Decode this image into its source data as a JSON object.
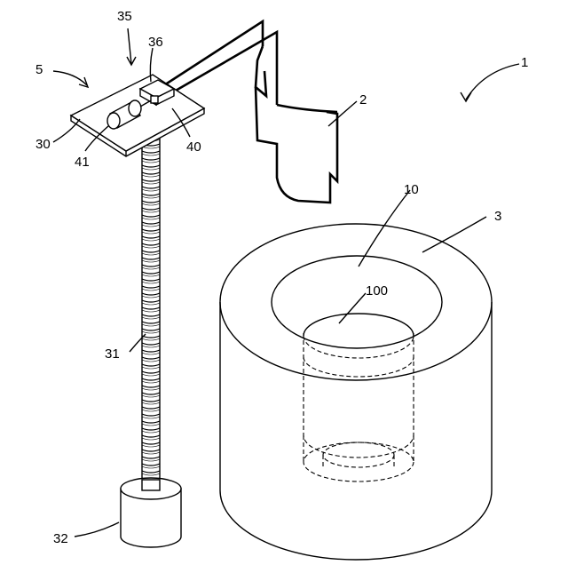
{
  "colors": {
    "line": "#000000",
    "background": "#ffffff"
  },
  "labels": {
    "device": "1",
    "crucible": "2",
    "furnace": "3",
    "stage_unit": "5",
    "chamber": "10",
    "mold": "100",
    "plate": "30",
    "screw_shaft": "31",
    "motor": "32",
    "joint_unit": "35",
    "joint": "36",
    "bearing": "40",
    "actuator": "41"
  }
}
